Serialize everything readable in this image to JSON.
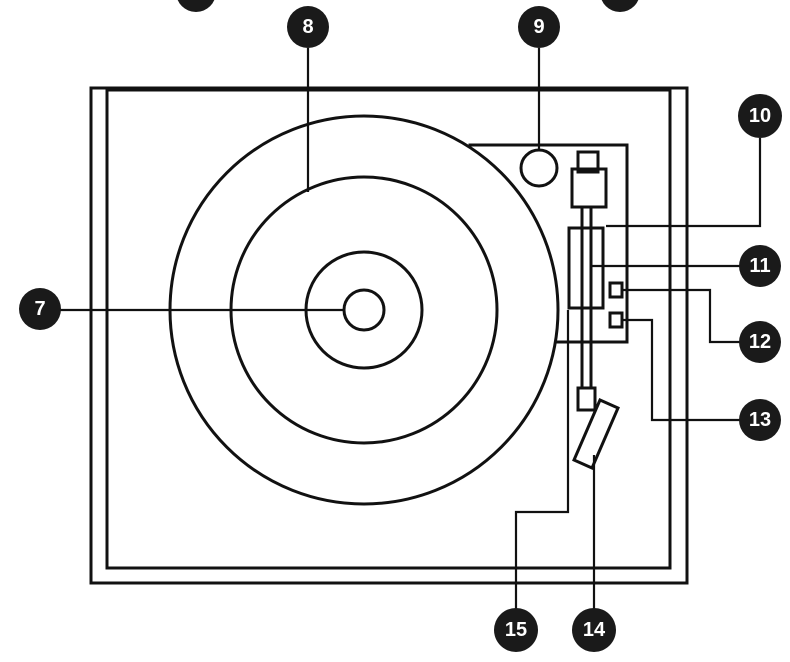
{
  "callouts": {
    "n7": "7",
    "n8": "8",
    "n9": "9",
    "n10": "10",
    "n11": "11",
    "n12": "12",
    "n13": "13",
    "n14": "14",
    "n15": "15"
  },
  "colors": {
    "line": "#111111",
    "badge": "#1a1a1a",
    "badge_text": "#ffffff",
    "background": "#ffffff"
  }
}
